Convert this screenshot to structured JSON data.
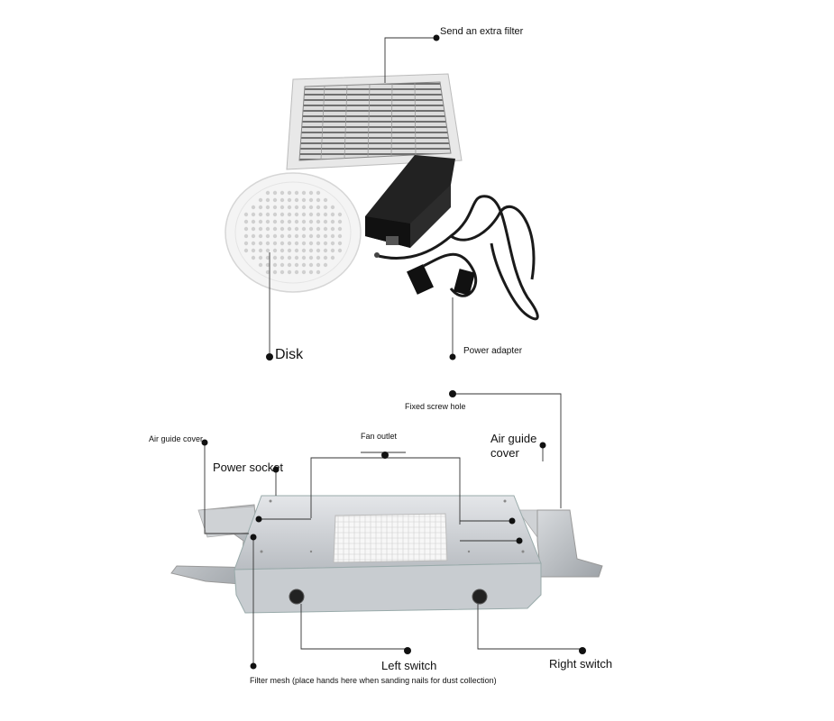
{
  "labels": {
    "extra_filter": "Send an extra filter",
    "disk": "Disk",
    "power_adapter": "Power adapter",
    "fixed_screw_hole": "Fixed screw hole",
    "air_guide_cover_left": "Air guide cover",
    "power_socket": "Power socket",
    "fan_outlet": "Fan outlet",
    "air_guide_cover_right_line1": "Air guide",
    "air_guide_cover_right_line2": "cover",
    "left_switch": "Left switch",
    "right_switch": "Right switch",
    "filter_mesh": "Filter mesh (place hands here when sanding nails for dust collection)"
  }
}
